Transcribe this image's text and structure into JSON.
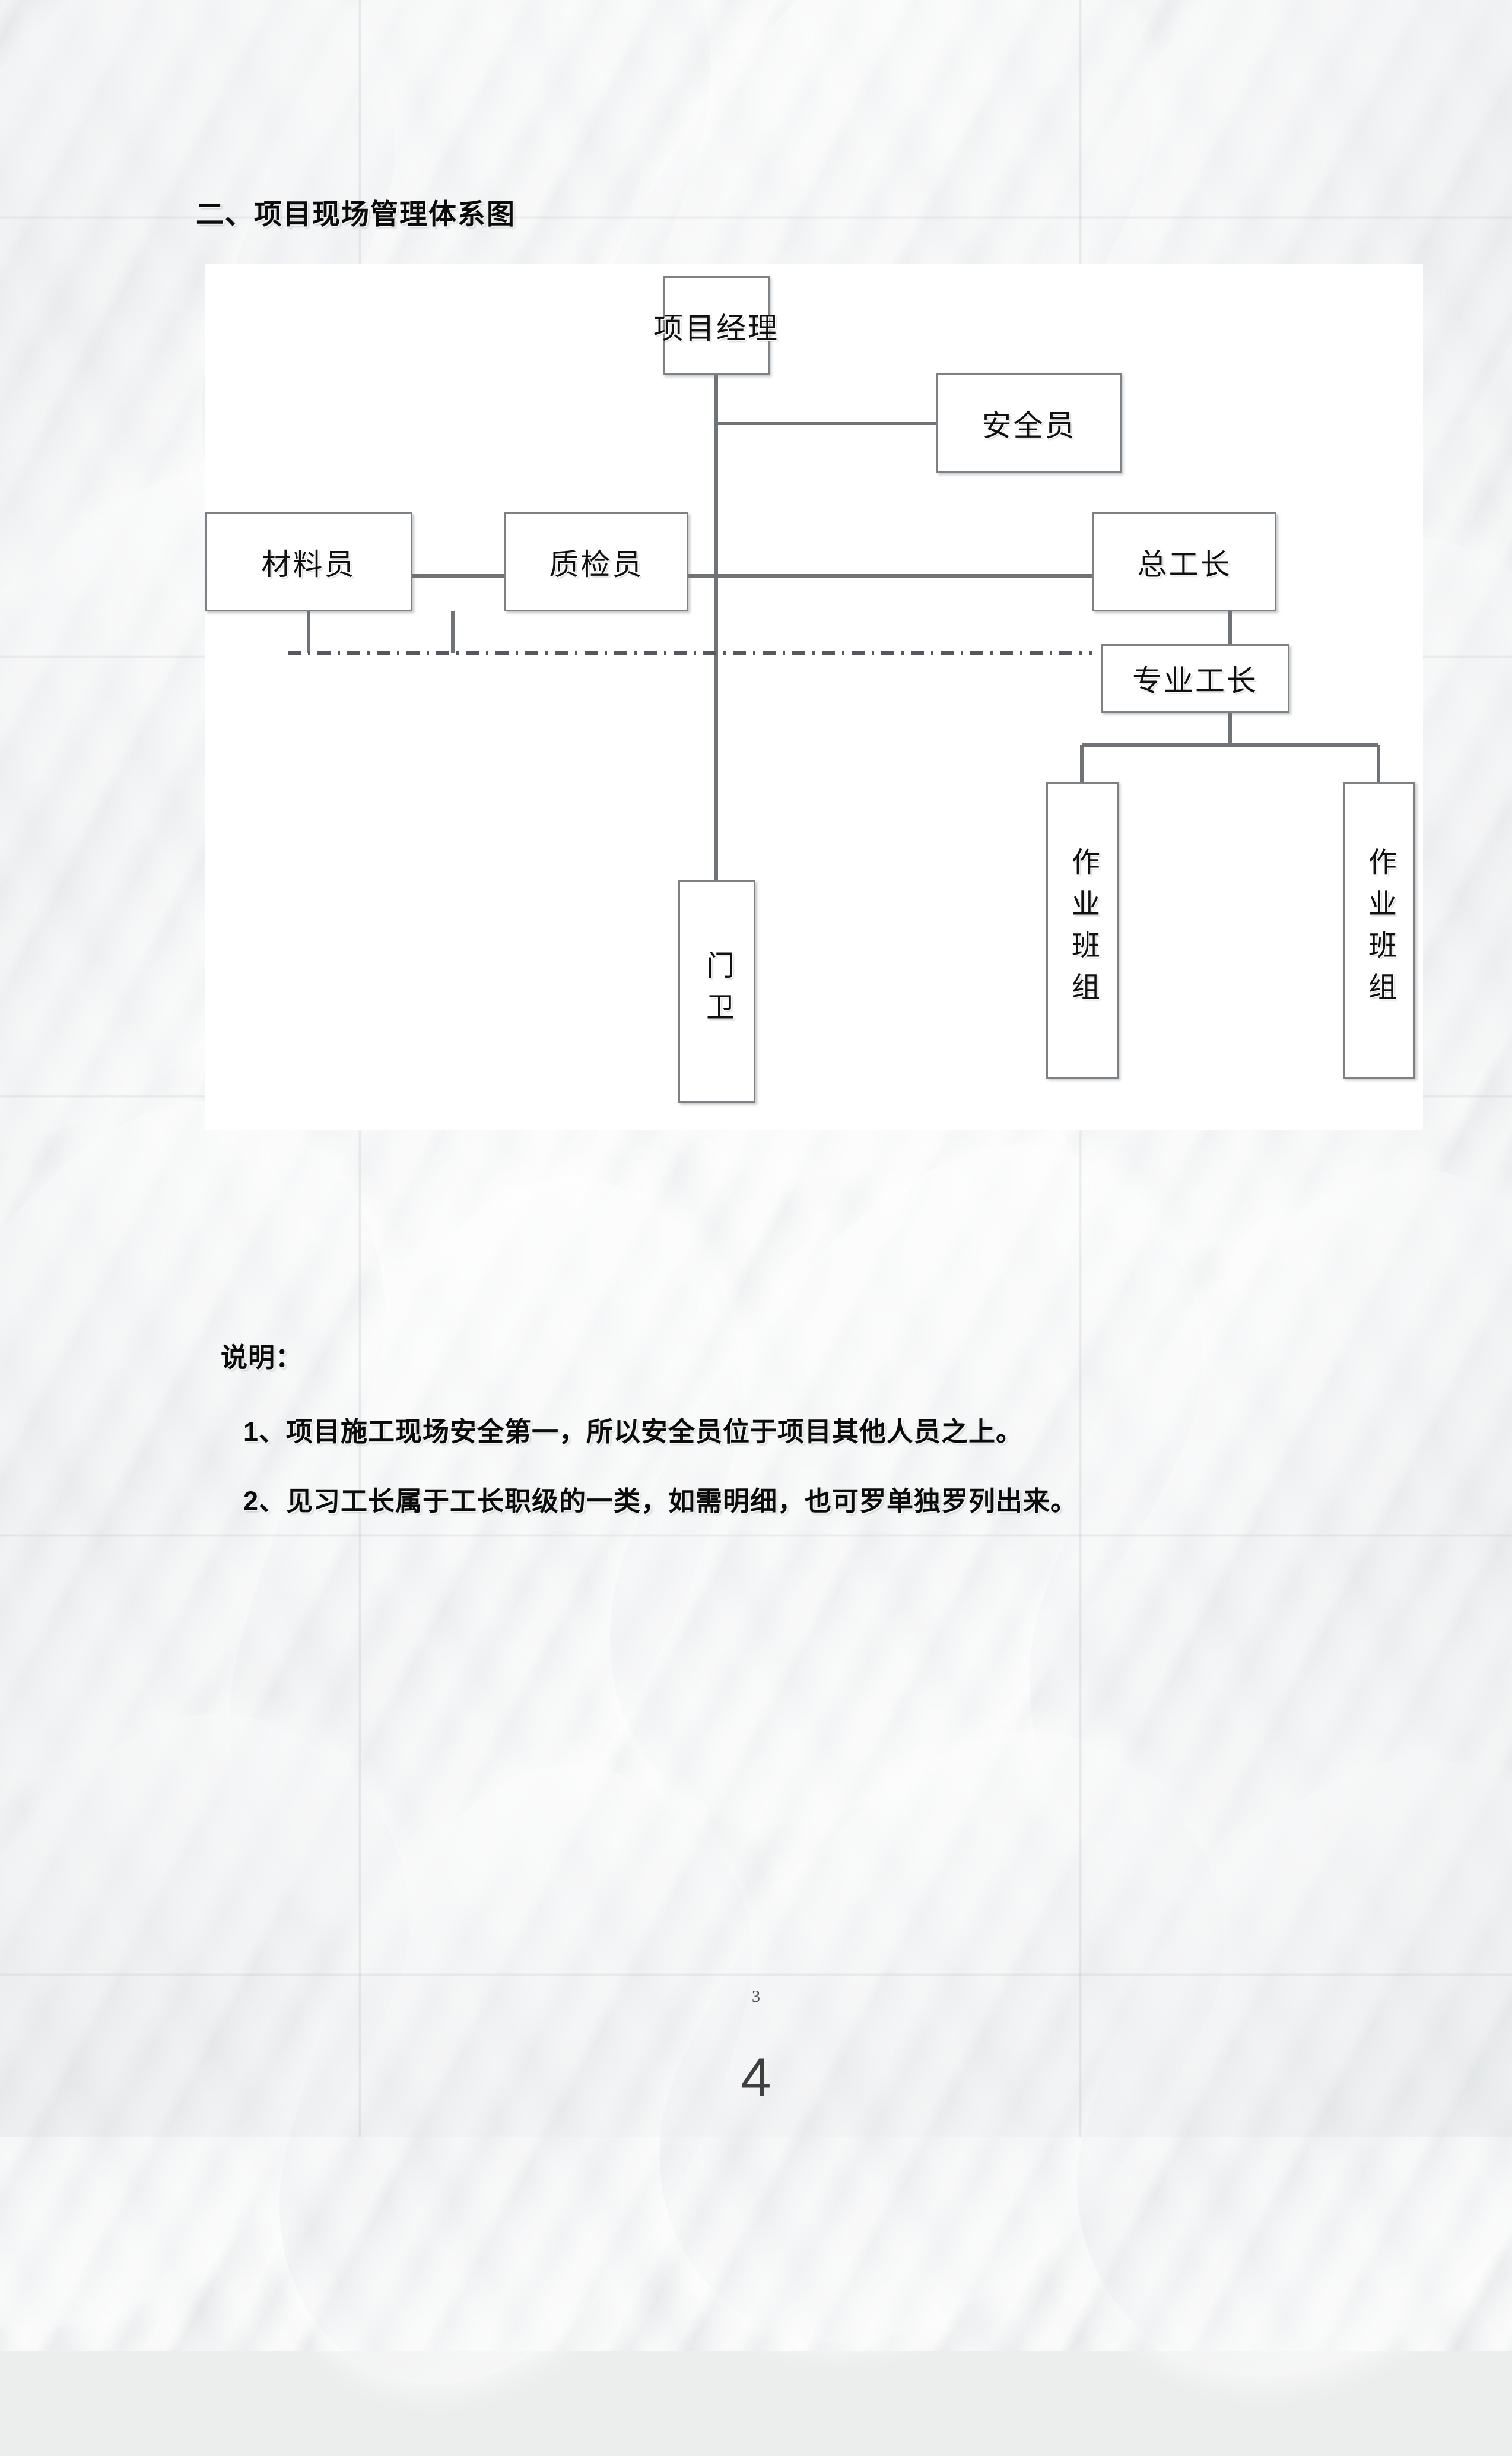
{
  "document": {
    "section_title": "二、项目现场管理体系图",
    "doc_page_number": "3",
    "viewer_page_number": "4"
  },
  "diagram": {
    "nodes": {
      "project_manager": "项目经理",
      "safety_officer": "安全员",
      "material_clerk": "材料员",
      "quality_inspector": "质检员",
      "chief_foreman": "总工长",
      "specialty_foreman": "专业工长",
      "gate_guard": "门卫",
      "work_team_1": "作业班组",
      "work_team_2": "作业班组"
    },
    "colors": {
      "box_border": "#7d8084",
      "box_fill": "#ffffff",
      "connector": "#6f7276",
      "panel_background": "#ffffff"
    }
  },
  "notes": {
    "heading": "说明：",
    "items": [
      "1、项目施工现场安全第一，所以安全员位于项目其他人员之上。",
      "2、见习工长属于工长职级的一类，如需明细，也可罗单独罗列出来。"
    ]
  }
}
